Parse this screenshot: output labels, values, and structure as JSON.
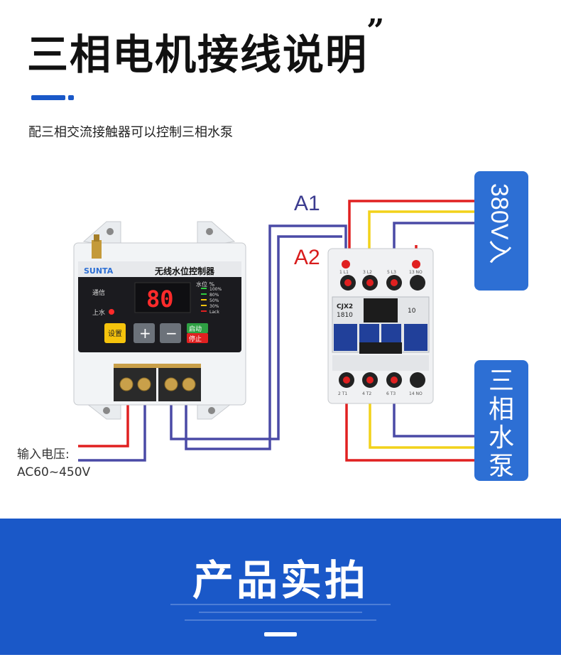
{
  "title": "三相电机接线说明",
  "title_quote": "”",
  "subtitle": "配三相交流接触器可以控制三相水泵",
  "colors": {
    "accent_blue": "#1a58c8",
    "wire_red": "#e02020",
    "wire_yellow": "#f2d21a",
    "wire_purple": "#4a4aa6",
    "label_box_blue": "#2d6fd4"
  },
  "labels": {
    "a1": "A1",
    "a2": "A2",
    "power_box": "380V入",
    "pump_box": "三相水泵",
    "input_voltage_line1": "输入电压:",
    "input_voltage_line2": "AC60~450V"
  },
  "controller": {
    "brand": "SUNTA",
    "name": "无线水位控制器",
    "signal_label": "通信",
    "water_label": "上水",
    "display_value": "80",
    "level_title": "水位 %",
    "levels": [
      "100%",
      "80%",
      "50%",
      "30%",
      "Lack"
    ],
    "btn_set": "设置",
    "btn_plus": "+",
    "btn_minus": "−",
    "btn_start": "启动",
    "btn_stop": "停止"
  },
  "contactor": {
    "model_line1": "CJX2",
    "model_line2": "1810",
    "rating": "10",
    "top_terminals": [
      "1 L1",
      "3 L2",
      "5 L3",
      "13 NO"
    ],
    "bottom_terminals": [
      "2 T1",
      "4 T2",
      "6 T3",
      "14 NO"
    ]
  },
  "banner": {
    "title": "产品实拍"
  }
}
